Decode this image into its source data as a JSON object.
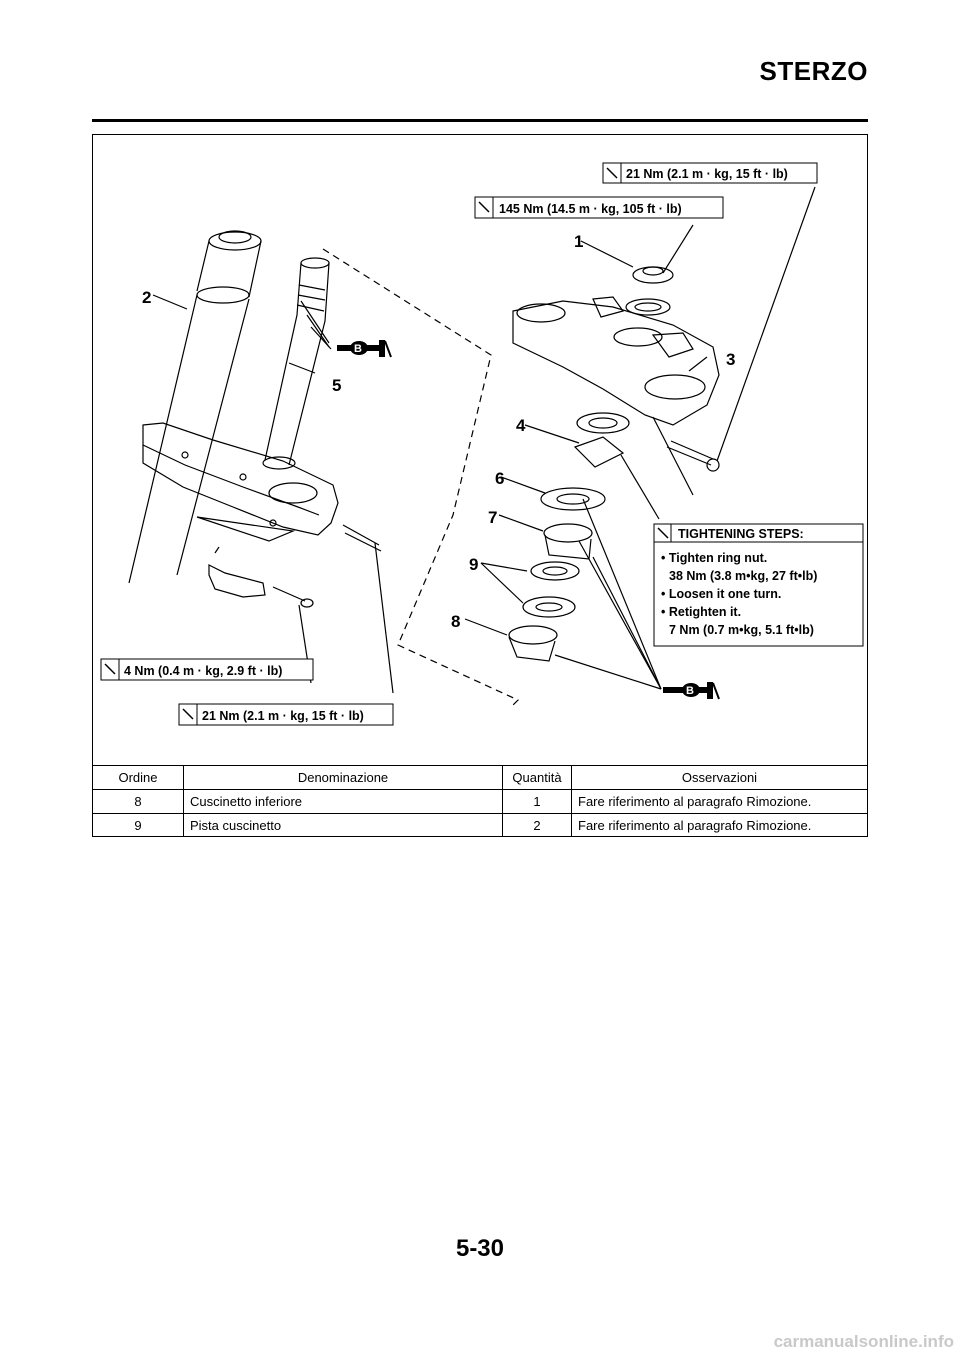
{
  "page": {
    "title": "STERZO",
    "number": "5-30",
    "watermark": "carmanualsonline.info"
  },
  "diagram": {
    "callouts": [
      "1",
      "2",
      "3",
      "4",
      "5",
      "6",
      "7",
      "8",
      "9"
    ],
    "torque_labels": [
      "21 Nm (2.1 m · kg, 15 ft · lb)",
      "145 Nm (14.5 m · kg, 105 ft · lb)",
      "4 Nm (0.4 m · kg, 2.9 ft · lb)",
      "21 Nm (2.1 m · kg, 15 ft · lb)"
    ],
    "grease_symbol": "B",
    "tightening": {
      "title": "TIGHTENING STEPS:",
      "lines": [
        "• Tighten ring nut.",
        "38 Nm (3.8 m•kg, 27 ft•lb)",
        "• Loosen it one turn.",
        "• Retighten it.",
        "7 Nm (0.7 m•kg, 5.1 ft•lb)"
      ]
    }
  },
  "table": {
    "headers": [
      "Ordine",
      "Denominazione",
      "Quantità",
      "Osservazioni"
    ],
    "rows": [
      [
        "8",
        "Cuscinetto inferiore",
        "1",
        "Fare riferimento al paragrafo Rimozione."
      ],
      [
        "9",
        "Pista cuscinetto",
        "2",
        "Fare riferimento al paragrafo Rimozione."
      ]
    ]
  }
}
